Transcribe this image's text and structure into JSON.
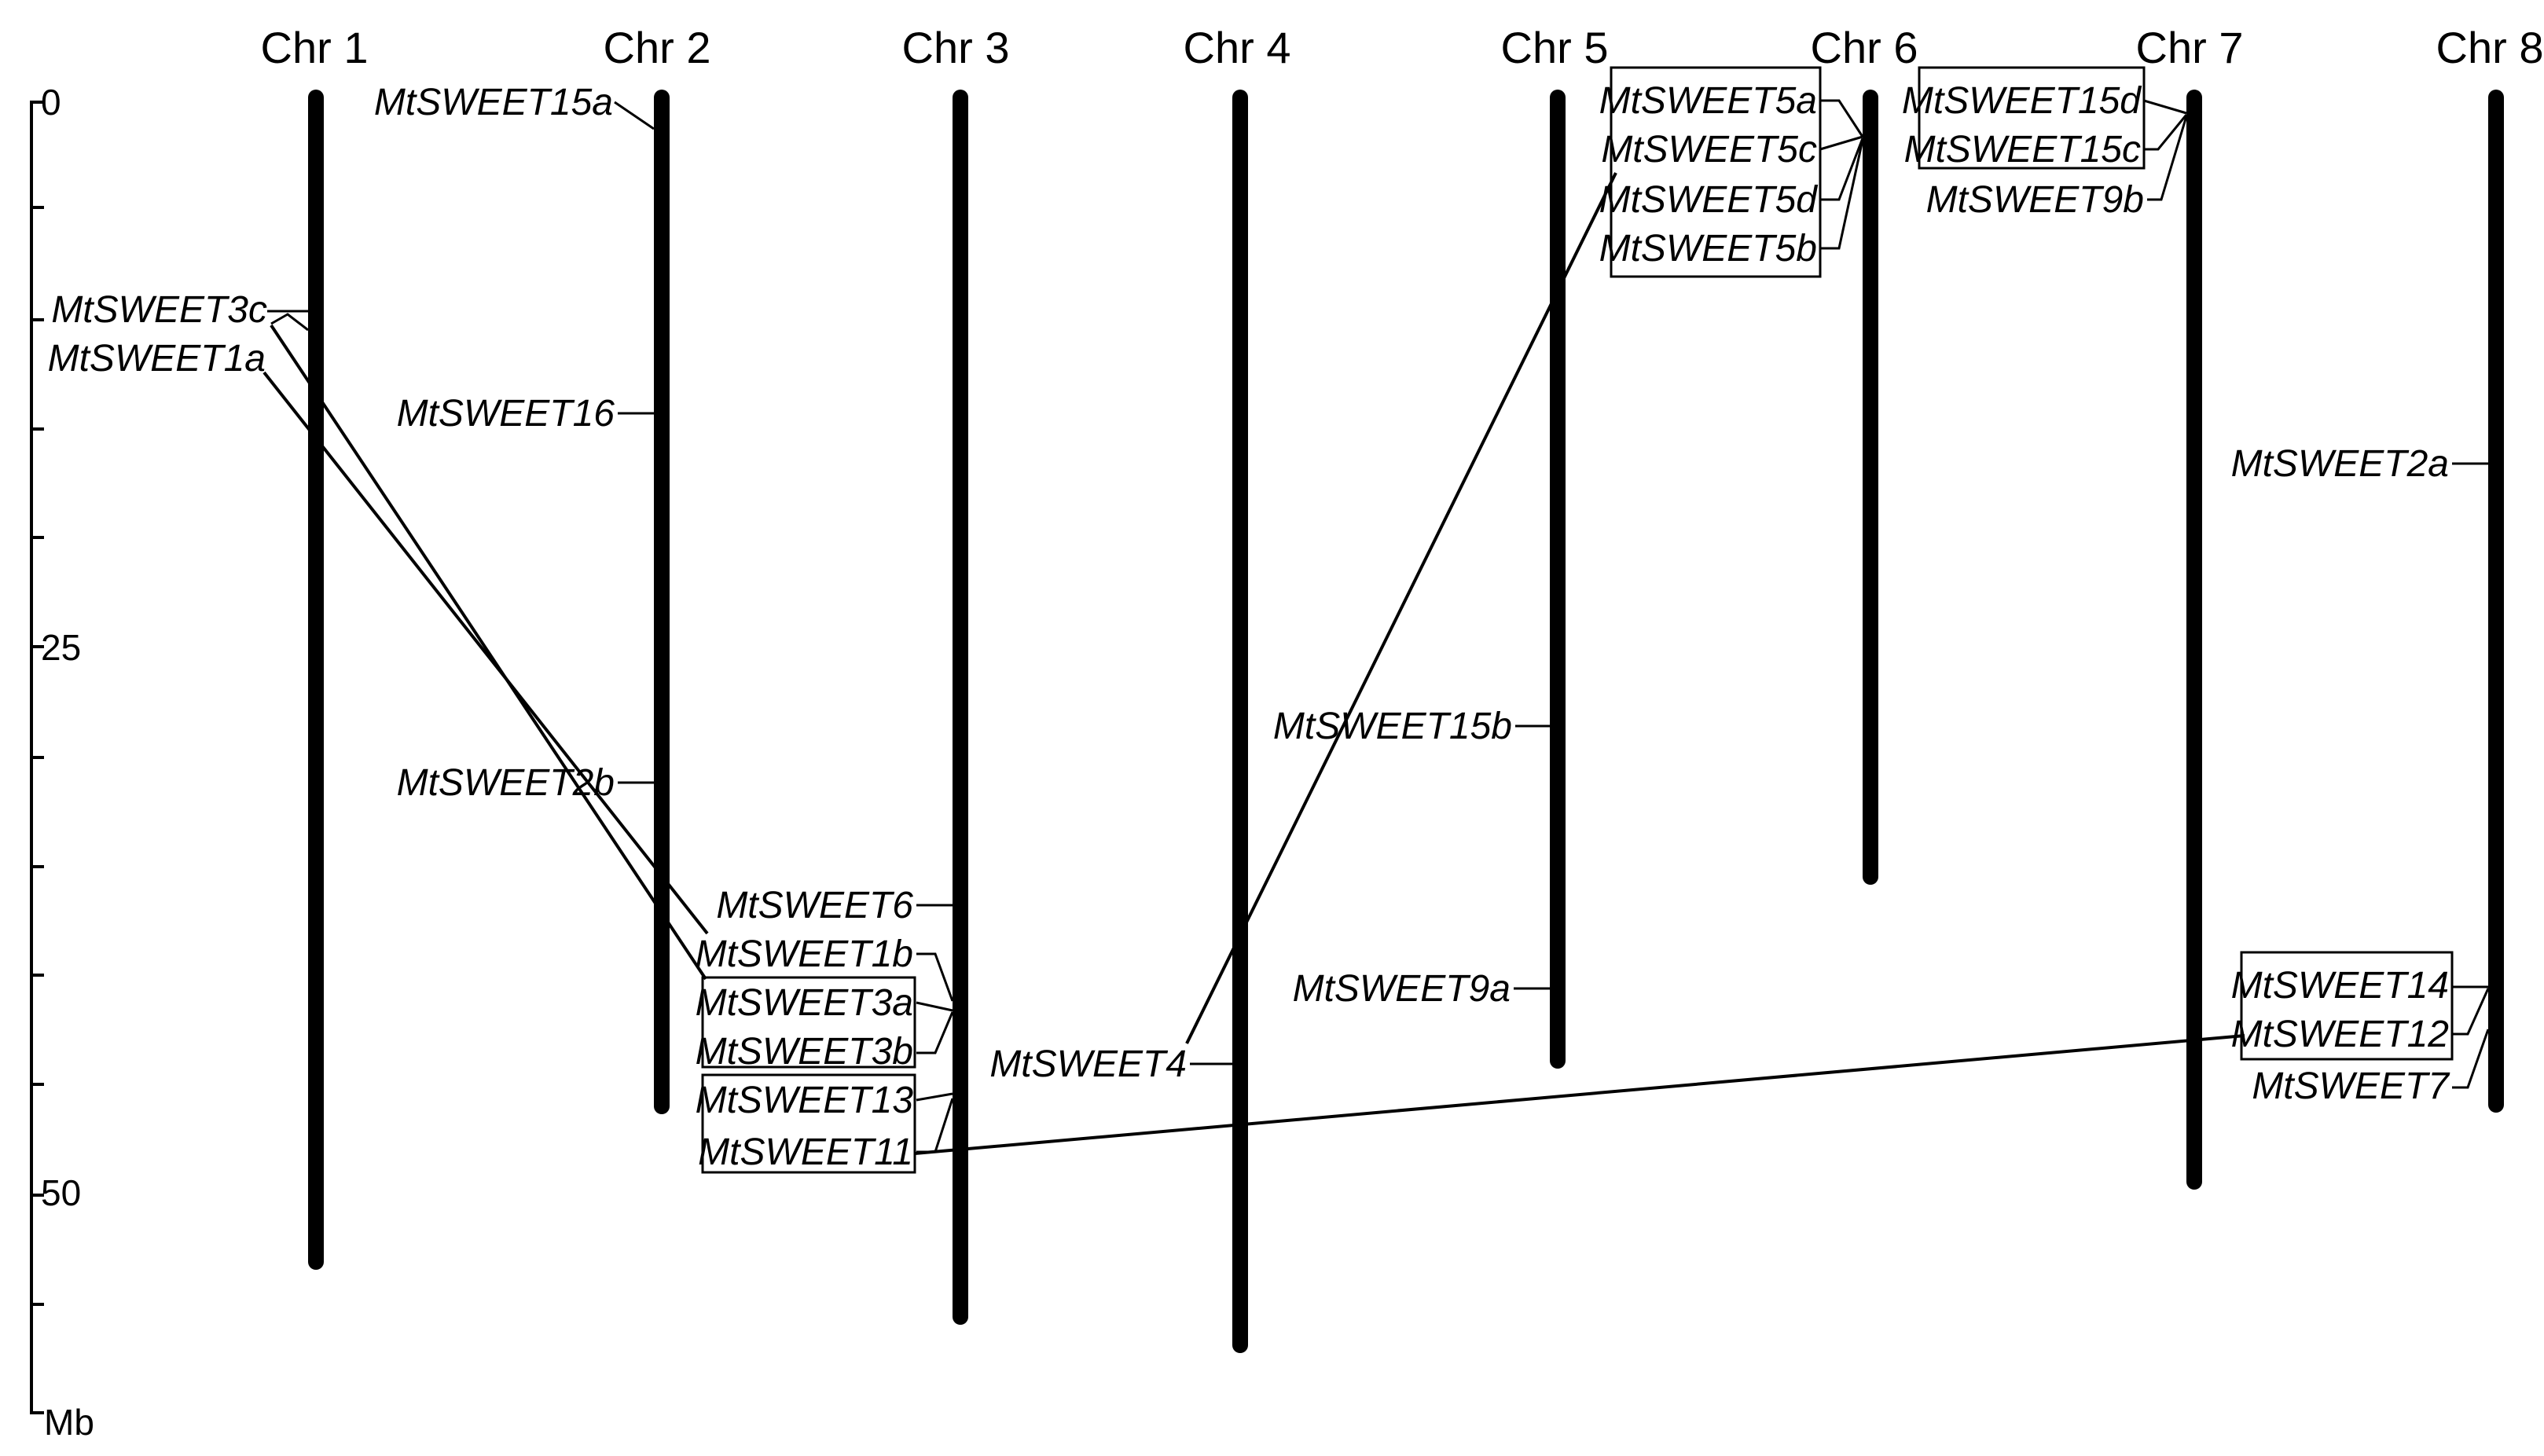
{
  "axis": {
    "tick_labels": [
      "0",
      "25",
      "50"
    ],
    "unit": "Mb"
  },
  "chromosomes": [
    {
      "id": "chr1",
      "label": "Chr 1"
    },
    {
      "id": "chr2",
      "label": "Chr 2"
    },
    {
      "id": "chr3",
      "label": "Chr 3"
    },
    {
      "id": "chr4",
      "label": "Chr 4"
    },
    {
      "id": "chr5",
      "label": "Chr 5"
    },
    {
      "id": "chr6",
      "label": "Chr 6"
    },
    {
      "id": "chr7",
      "label": "Chr 7"
    },
    {
      "id": "chr8",
      "label": "Chr 8"
    }
  ],
  "genes": [
    {
      "id": "g3c",
      "name": "MtSWEET3c"
    },
    {
      "id": "g1a",
      "name": "MtSWEET1a"
    },
    {
      "id": "g15a",
      "name": "MtSWEET15a"
    },
    {
      "id": "g16",
      "name": "MtSWEET16"
    },
    {
      "id": "g2b",
      "name": "MtSWEET2b"
    },
    {
      "id": "g6",
      "name": "MtSWEET6"
    },
    {
      "id": "g1b",
      "name": "MtSWEET1b"
    },
    {
      "id": "g3a",
      "name": "MtSWEET3a"
    },
    {
      "id": "g3b",
      "name": "MtSWEET3b"
    },
    {
      "id": "g13",
      "name": "MtSWEET13"
    },
    {
      "id": "g11",
      "name": "MtSWEET11"
    },
    {
      "id": "g4",
      "name": "MtSWEET4"
    },
    {
      "id": "g15b",
      "name": "MtSWEET15b"
    },
    {
      "id": "g9a",
      "name": "MtSWEET9a"
    },
    {
      "id": "g5a",
      "name": "MtSWEET5a"
    },
    {
      "id": "g5c",
      "name": "MtSWEET5c"
    },
    {
      "id": "g5d",
      "name": "MtSWEET5d"
    },
    {
      "id": "g5b",
      "name": "MtSWEET5b"
    },
    {
      "id": "g15d",
      "name": "MtSWEET15d"
    },
    {
      "id": "g15c",
      "name": "MtSWEET15c"
    },
    {
      "id": "g9b",
      "name": "MtSWEET9b"
    },
    {
      "id": "g2a",
      "name": "MtSWEET2a"
    },
    {
      "id": "g14",
      "name": "MtSWEET14"
    },
    {
      "id": "g12",
      "name": "MtSWEET12"
    },
    {
      "id": "g7",
      "name": "MtSWEET7"
    }
  ],
  "colors": {
    "ink": "#000000",
    "background": "#ffffff"
  }
}
